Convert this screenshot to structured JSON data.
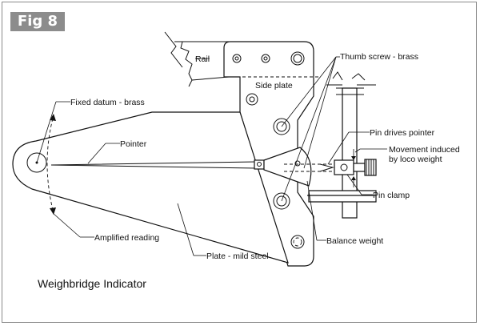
{
  "figure": {
    "label": "Fig 8",
    "title": "Weighbridge Indicator"
  },
  "labels": {
    "rail": "Rail",
    "side_plate": "Side plate",
    "thumb_screw": "Thumb screw - brass",
    "fixed_datum": "Fixed datum - brass",
    "pointer": "Pointer",
    "pin_drives_pointer": "Pin drives pointer",
    "movement_line1": "Movement induced",
    "movement_line2": "by loco weight",
    "pin_clamp": "Pin clamp",
    "amplified_reading": "Amplified reading",
    "plate": "Plate - mild steel",
    "balance_weight": "Balance weight"
  }
}
